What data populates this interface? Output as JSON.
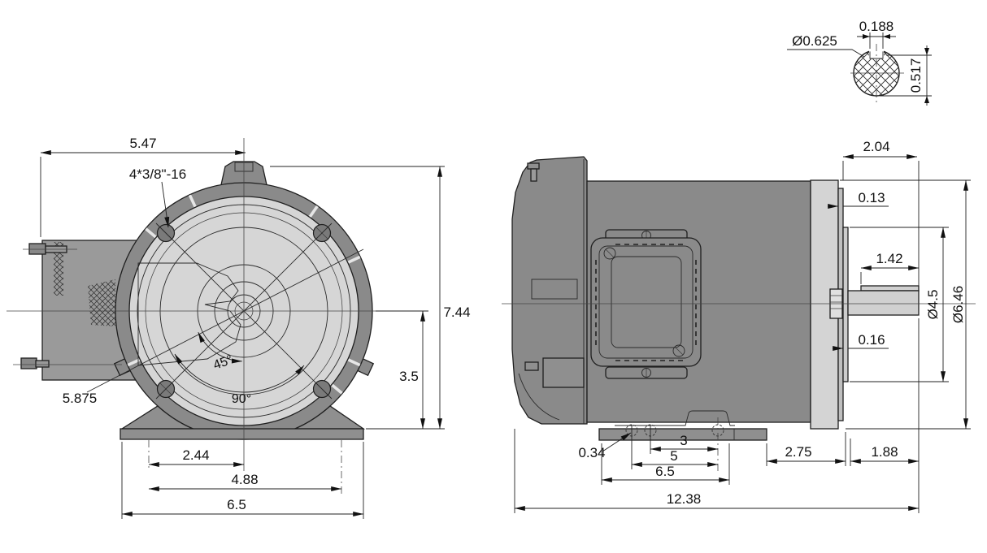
{
  "drawing_title": "electric-motor-dimension-drawing",
  "units": "inches",
  "colors": {
    "background": "#ffffff",
    "housing": "#8a8a8a",
    "face": "#d6d6d6",
    "end_bell": "#d4d4d4",
    "base": "#8f8f8f",
    "box": "#9a9a9a",
    "bracket": "#9c9c9c",
    "bolt": "#7a7a7a",
    "shaft": "#d0d0d0",
    "line": "#1f1f1f"
  },
  "front_view": {
    "width_to_center": "5.47",
    "mount_holes": "4*3/8\"-16",
    "overall_height": "7.44",
    "shaft_center_height": "3.5",
    "bolt_circle_diameter": "5.875",
    "angle_45": "45°",
    "angle_90": "90°",
    "foot_hole_to_center": "2.44",
    "foot_hole_span": "4.88",
    "base_width": "6.5"
  },
  "side_view": {
    "end_bell_depth": "2.04",
    "face_lip": "0.13",
    "key_length": "1.42",
    "boss_diameter": "Ø4.5",
    "face_diameter": "Ø6.46",
    "boss_depth": "0.16",
    "foot_hole_diameter": "0.34",
    "foot_hole_pitch_3": "3",
    "foot_hole_pitch_5": "5",
    "foot_length": "6.5",
    "foot_to_face": "2.75",
    "shaft_length": "1.88",
    "overall_length": "12.38"
  },
  "shaft_detail": {
    "shaft_diameter": "Ø0.625",
    "keyway_width": "0.188",
    "keyway_depth": "0.517"
  }
}
